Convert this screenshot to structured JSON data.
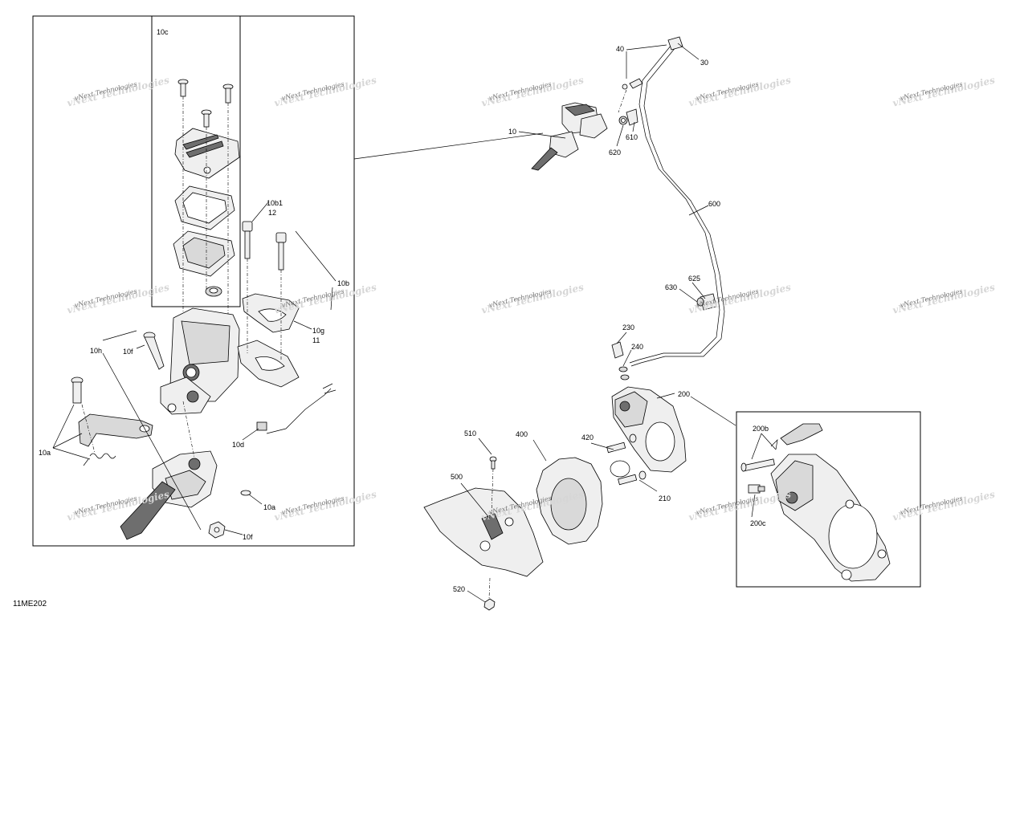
{
  "diagram_code": "11ME202",
  "watermark": "vNext Technologies",
  "labels": {
    "p10c": "10c",
    "p10b1": "10b1",
    "p12": "12",
    "p10b": "10b",
    "p10g": "10g",
    "p11": "11",
    "p10h": "10h",
    "p10f_a": "10f",
    "p10d": "10d",
    "p10a_a": "10a",
    "p10a_b": "10a",
    "p10f_b": "10f",
    "p40": "40",
    "p30": "30",
    "p10": "10",
    "p610": "610",
    "p620": "620",
    "p600": "600",
    "p625": "625",
    "p630": "630",
    "p230": "230",
    "p240": "240",
    "p200": "200",
    "p200b": "200b",
    "p200c": "200c",
    "p510": "510",
    "p400": "400",
    "p420": "420",
    "p210": "210",
    "p500": "500",
    "p520": "520"
  }
}
